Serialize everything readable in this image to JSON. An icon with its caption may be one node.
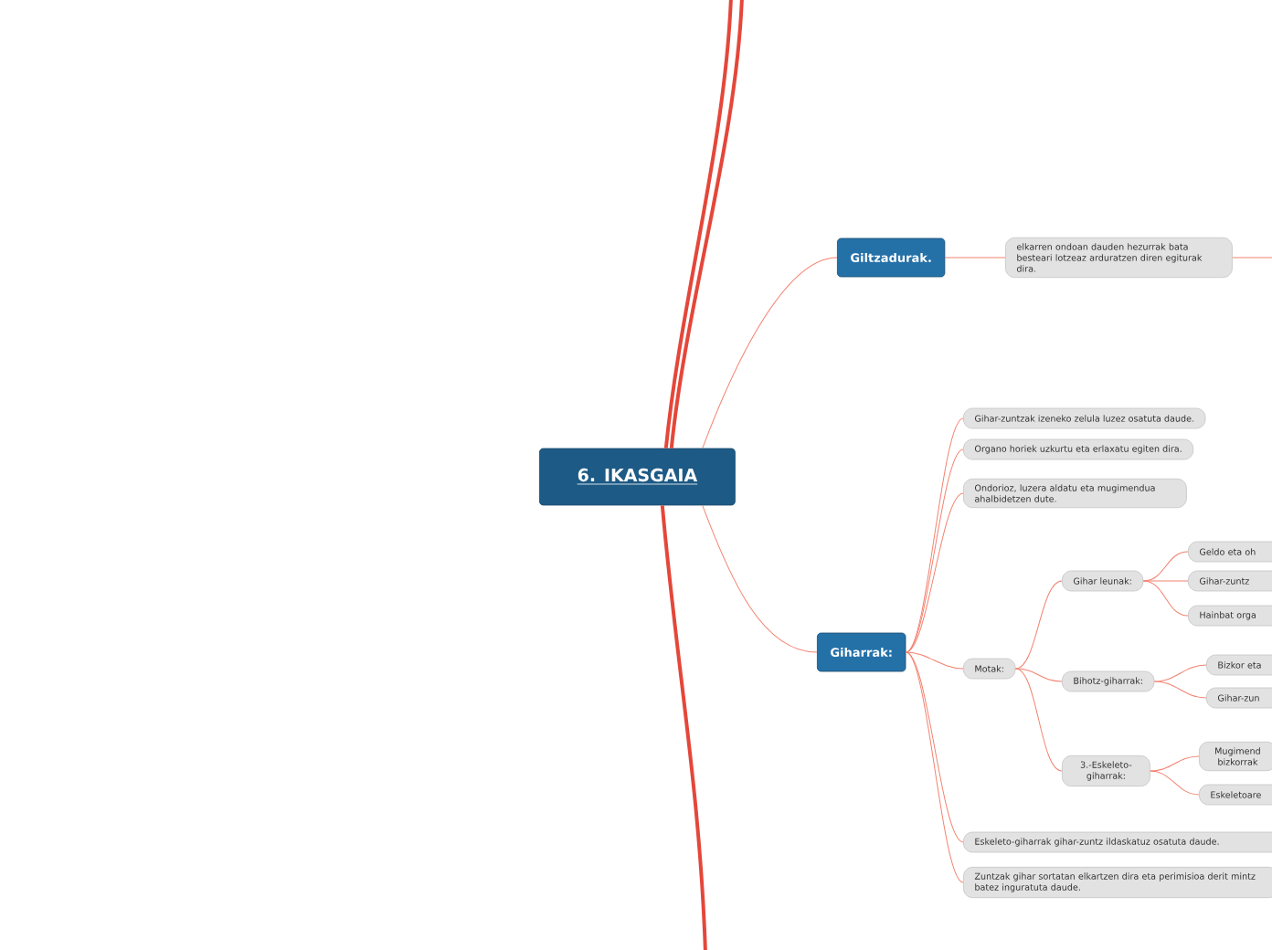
{
  "diagram": {
    "nodes": [
      {
        "text": [
          "6. IKASGAIA"
        ]
      },
      {
        "text": [
          "Giltzadurak."
        ]
      },
      {
        "text": [
          "elkarren ondoan dauden hezurrak bata besteari lotzeaz arduratzen diren egiturak dira."
        ]
      },
      {
        "text": [
          "Giharrak:"
        ]
      },
      {
        "text": [
          "Gihar-zuntzak izeneko zelula luzez osatuta daude."
        ]
      },
      {
        "text": [
          "Organo horiek uzkurtu eta erlaxatu egiten dira."
        ]
      },
      {
        "text": [
          "Ondorioz, luzera aldatu eta mugimendua ahalbidetzen dute."
        ]
      },
      {
        "text": [
          "Motak:"
        ]
      },
      {
        "text": [
          "Gihar leunak:"
        ]
      },
      {
        "text": [
          "Geldo eta oh"
        ]
      },
      {
        "text": [
          "Gihar-zuntz"
        ]
      },
      {
        "text": [
          "Hainbat orga"
        ]
      },
      {
        "text": [
          "Bihotz-giharrak:"
        ]
      },
      {
        "text": [
          "Bizkor eta"
        ]
      },
      {
        "text": [
          "Gihar-zun"
        ]
      },
      {
        "text": [
          "3.-Eskeleto- giharrak:"
        ]
      },
      {
        "text": [
          "Mugimend bizkorrak"
        ]
      },
      {
        "text": [
          "Eskeletoare"
        ]
      },
      {
        "text": [
          "Eskeleto-giharrak gihar-zuntz ildaskatuz osatuta daude."
        ]
      },
      {
        "text": [
          "Zuntzak gihar sortatan elkartzen dira eta perimisioa derit mintz batez inguratuta daude."
        ]
      }
    ],
    "edges": [
      {
        "from": 0,
        "to": 1,
        "arrow": "none"
      },
      {
        "from": 1,
        "to": 2,
        "arrow": "none"
      },
      {
        "from": 2,
        "to": null,
        "arrow": "none"
      },
      {
        "from": 0,
        "to": 3,
        "arrow": "none"
      },
      {
        "from": 3,
        "to": 4,
        "arrow": "none"
      },
      {
        "from": 3,
        "to": 5,
        "arrow": "none"
      },
      {
        "from": 3,
        "to": 6,
        "arrow": "none"
      },
      {
        "from": 3,
        "to": 7,
        "arrow": "none"
      },
      {
        "from": 3,
        "to": 18,
        "arrow": "none"
      },
      {
        "from": 3,
        "to": 19,
        "arrow": "none"
      },
      {
        "from": 7,
        "to": 8,
        "arrow": "none"
      },
      {
        "from": 7,
        "to": 12,
        "arrow": "none"
      },
      {
        "from": 7,
        "to": 15,
        "arrow": "none"
      },
      {
        "from": 8,
        "to": 9,
        "arrow": "none"
      },
      {
        "from": 8,
        "to": 10,
        "arrow": "none"
      },
      {
        "from": 8,
        "to": 11,
        "arrow": "none"
      },
      {
        "from": 12,
        "to": 13,
        "arrow": "none"
      },
      {
        "from": 12,
        "to": 14,
        "arrow": "none"
      },
      {
        "from": 15,
        "to": 16,
        "arrow": "none"
      },
      {
        "from": 15,
        "to": 17,
        "arrow": "none"
      },
      {
        "from": 0,
        "to": null,
        "arrow": "none",
        "style": "thick"
      },
      {
        "from": 0,
        "to": null,
        "arrow": "none",
        "style": "thick"
      },
      {
        "from": 0,
        "to": null,
        "arrow": "none",
        "style": "thick"
      }
    ]
  }
}
